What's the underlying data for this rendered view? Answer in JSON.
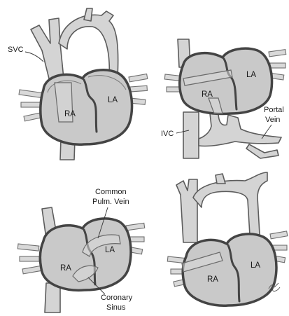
{
  "panels": {
    "top_left": {
      "ra_label": "RA",
      "la_label": "LA",
      "svc_label": "SVC"
    },
    "top_right": {
      "ra_label": "RA",
      "la_label": "LA",
      "ivc_label": "IVC",
      "portal_vein_label_line1": "Portal",
      "portal_vein_label_line2": "Vein"
    },
    "bottom_left": {
      "ra_label": "RA",
      "la_label": "LA",
      "common_pulm_vein_line1": "Common",
      "common_pulm_vein_line2": "Pulm. Vein",
      "coronary_sinus_line1": "Coronary",
      "coronary_sinus_line2": "Sinus"
    },
    "bottom_right": {
      "ra_label": "RA",
      "la_label": "LA"
    }
  }
}
